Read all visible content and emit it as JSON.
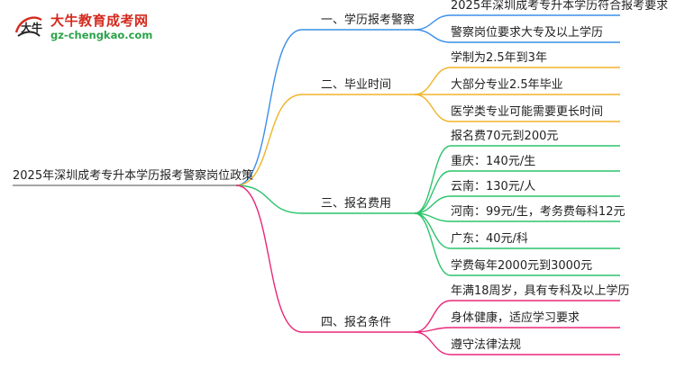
{
  "logo": {
    "title": "大牛教育成考网",
    "url": "gz-chengkao.com",
    "mark_text": "大牛"
  },
  "mindmap": {
    "root": "2025年深圳成考专升本学历报考警察岗位政策",
    "branches": [
      {
        "label": "一、学历报考警察",
        "color": "#3b8fe8",
        "children": [
          "2025年深圳成考专升本学历符合报考要求",
          "警察岗位要求大专及以上学历"
        ]
      },
      {
        "label": "二、毕业时间",
        "color": "#f0b429",
        "children": [
          "学制为2.5年到3年",
          "大部分专业2.5年毕业",
          "医学类专业可能需要更长时间"
        ]
      },
      {
        "label": "三、报名费用",
        "color": "#2cc46b",
        "children": [
          "报名费70元到200元",
          "重庆：140元/生",
          "云南：130元/人",
          "河南：99元/生，考务费每科12元",
          "广东：40元/科",
          "学费每年2000元到3000元"
        ]
      },
      {
        "label": "四、报名条件",
        "color": "#e8287a",
        "children": [
          "年满18周岁，具有专科及以上学历",
          "身体健康，适应学习要求",
          "遵守法律法规"
        ]
      }
    ]
  }
}
